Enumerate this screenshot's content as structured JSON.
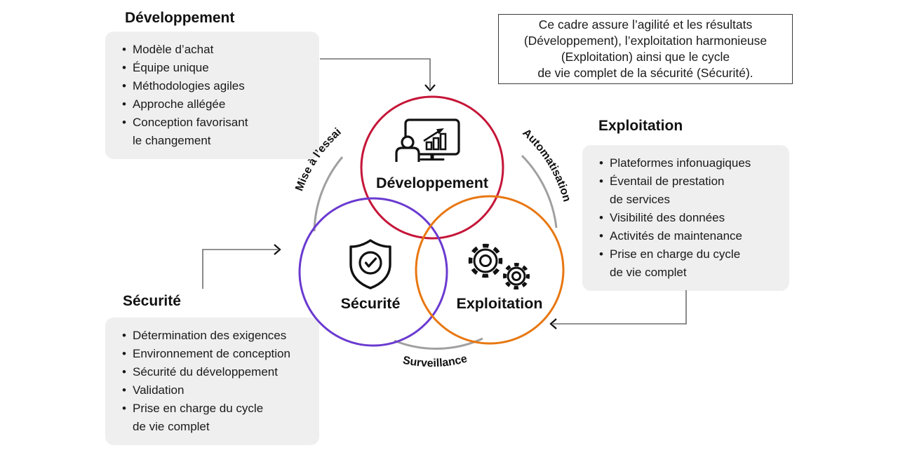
{
  "sections": {
    "development": {
      "title": "Développement",
      "items": [
        "Modèle d’achat",
        "Équipe unique",
        "Méthodologies agiles",
        "Approche allégée",
        "Conception favorisant\nle changement"
      ]
    },
    "security": {
      "title": "Sécurité",
      "items": [
        "Détermination des exigences",
        "Environnement de conception",
        "Sécurité du développement",
        "Validation",
        "Prise en charge du cycle\nde vie complet"
      ]
    },
    "operations": {
      "title": "Exploitation",
      "items": [
        "Plateformes infonuagiques",
        "Éventail de prestation\nde services",
        "Visibilité des données",
        "Activités de maintenance",
        "Prise en charge du cycle\nde vie complet"
      ]
    }
  },
  "summary_box": {
    "lines": [
      "Ce cadre assure l’agilité et les résultats",
      "(Développement), l’exploitation harmonieuse",
      "(Exploitation) ainsi que le cycle",
      "de vie complet de la sécurité (Sécurité)."
    ]
  },
  "venn": {
    "circles": [
      {
        "id": "development",
        "label": "Développement",
        "color": "#C51639",
        "icon": "monitor-growth-chart-person-icon"
      },
      {
        "id": "security",
        "label": "Sécurité",
        "color": "#6A3AD0",
        "icon": "shield-check-icon"
      },
      {
        "id": "operations",
        "label": "Exploitation",
        "color": "#E87711",
        "icon": "gears-icon"
      }
    ],
    "edge_labels": [
      {
        "label": "Mise à l’essai",
        "position": "between-security-and-development"
      },
      {
        "label": "Automatisation",
        "position": "between-development-and-operations"
      },
      {
        "label": "Surveillance",
        "position": "between-security-and-operations"
      }
    ],
    "arc_color": "#A0A0A0"
  }
}
